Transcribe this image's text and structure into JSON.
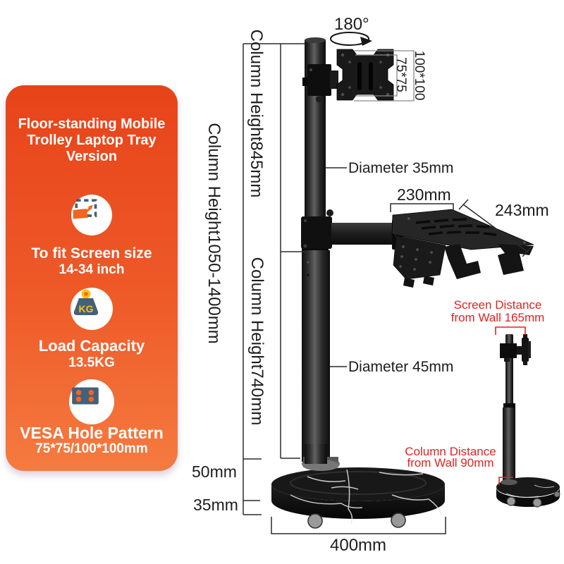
{
  "panel": {
    "title": "Floor-standing Mobile Trolley Laptop Tray Version",
    "features": [
      {
        "icon": "screen-size-icon",
        "label": "To fit Screen size",
        "value": "14-34 inch"
      },
      {
        "icon": "load-capacity-icon",
        "icon_text": "KG",
        "label": "Load Capacity",
        "value": "13.5KG"
      },
      {
        "icon": "vesa-pattern-icon",
        "label": "VESA Hole Pattern",
        "value": "75*75/100*100mm"
      }
    ]
  },
  "diagram": {
    "rotation_label": "180°",
    "vesa_outer": "100*100",
    "vesa_inner": "75*75",
    "column_height_total": "Column Height1050-1400mm",
    "column_height_upper": "Column Height845mm",
    "column_height_lower": "Column Height740mm",
    "diameter_upper": "Diameter 35mm",
    "diameter_lower": "Diameter 45mm",
    "tray_width": "230mm",
    "tray_depth": "243mm",
    "base_top_height": "50mm",
    "base_bottom_height": "35mm",
    "base_diameter": "400mm"
  },
  "side_view": {
    "screen_distance_line1": "Screen Distance",
    "screen_distance_line2": "from Wall 165mm",
    "column_distance_line1": "Column Distance",
    "column_distance_line2": "from Wall 90mm"
  },
  "colors": {
    "accent_red": "#e32222",
    "panel_gradient_top": "#e7431a",
    "panel_gradient_bottom": "#f57b40",
    "icon_slate": "#44607a",
    "icon_orange": "#f26522",
    "icon_yellow": "#ffc10d",
    "dimension_line": "#2b2b2b"
  }
}
